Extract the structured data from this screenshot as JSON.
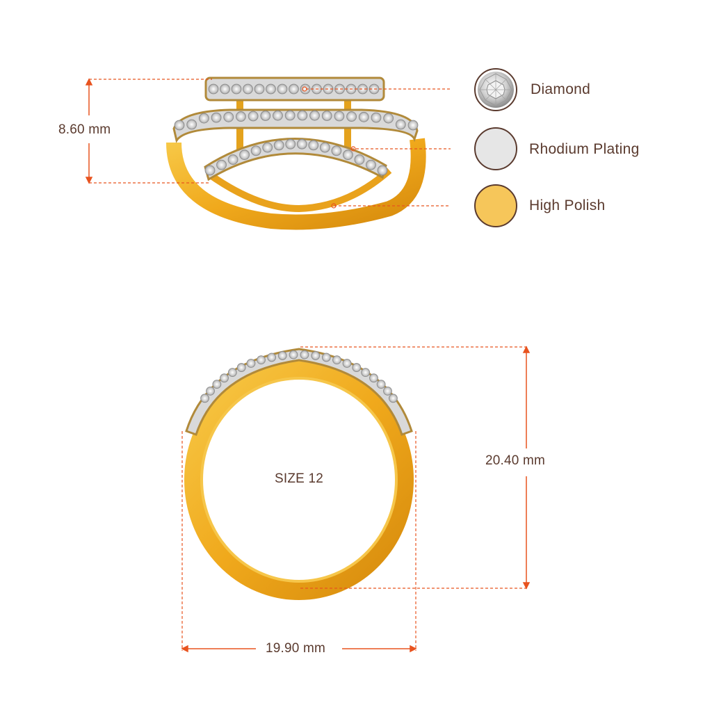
{
  "colors": {
    "accent": "#e8531f",
    "text": "#5a3a2e",
    "gold": "#f3b32c",
    "gold_dark": "#d08a10",
    "silver": "#e6e6e6"
  },
  "dimensions": {
    "height_top": "8.60 mm",
    "height_front": "20.40 mm",
    "width_front": "19.90 mm",
    "size": "SIZE 12"
  },
  "legend": [
    {
      "label": "Diamond",
      "icon": "diamond-icon"
    },
    {
      "label": "Rhodium Plating",
      "icon": "rhodium-swatch"
    },
    {
      "label": "High Polish",
      "icon": "gold-swatch"
    }
  ]
}
